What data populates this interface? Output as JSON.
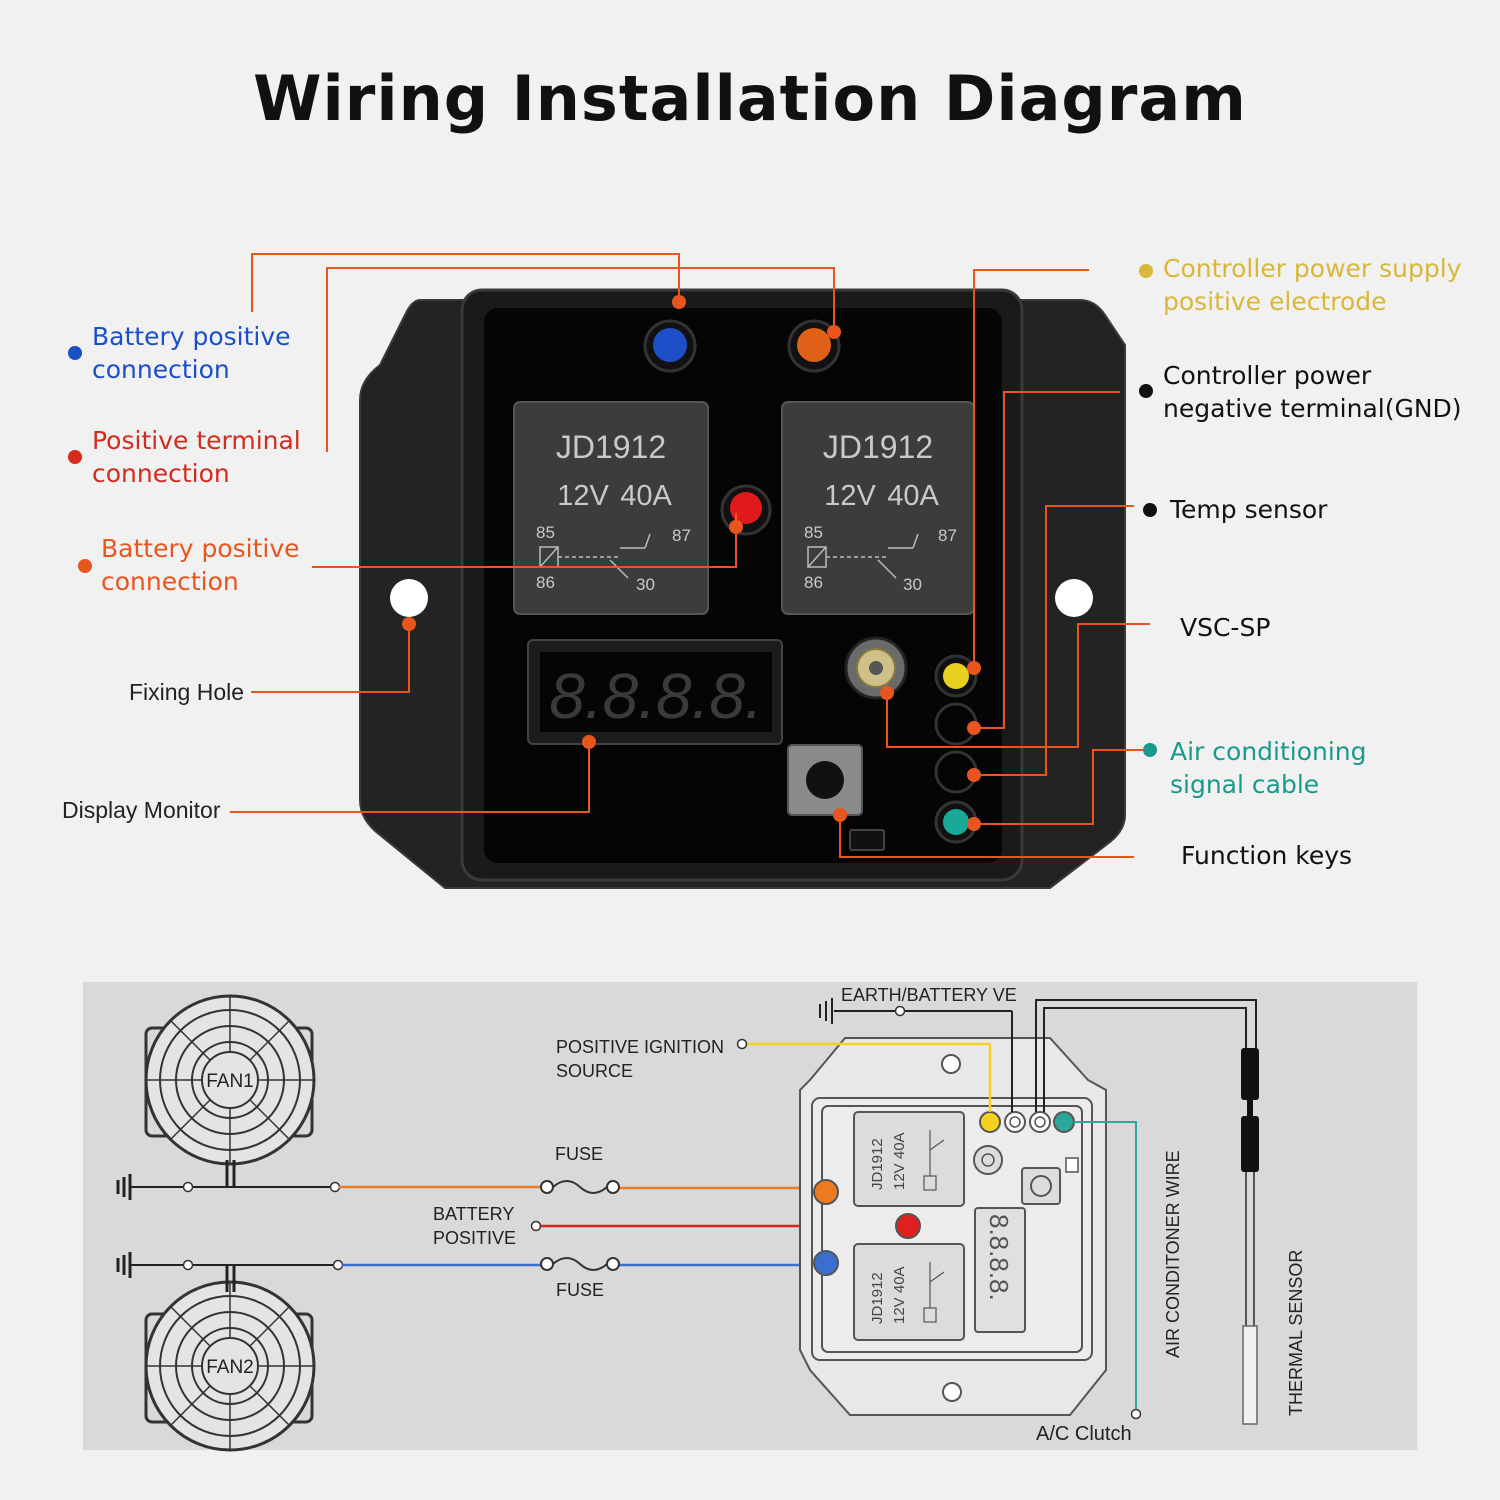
{
  "title": "Wiring Installation Diagram",
  "labels": {
    "battery_positive_blue": {
      "line1": "Battery positive",
      "line2": "connection",
      "color": "#1a4fc8"
    },
    "positive_terminal": {
      "line1": "Positive terminal",
      "line2": "connection",
      "color": "#d42b1e"
    },
    "battery_positive_orange": {
      "line1": "Battery positive",
      "line2": "connection",
      "color": "#e8551e"
    },
    "fixing_hole": "Fixing Hole",
    "display_monitor": "Display Monitor",
    "controller_power_supply": {
      "line1": "Controller power supply",
      "line2": "positive electrode",
      "color": "#d9b73a"
    },
    "controller_power_negative": {
      "line1": "Controller power",
      "line2": "negative terminal(GND)"
    },
    "temp_sensor": "Temp sensor",
    "vsc_sp": "VSC-SP",
    "air_conditioning_signal": {
      "line1": "Air conditioning",
      "line2": "signal cable",
      "color": "#1a9a8c"
    },
    "function_keys": "Function keys"
  },
  "relay": {
    "model": "JD1912",
    "rating_v": "12V",
    "rating_a": "40A",
    "pins": [
      "85",
      "87",
      "86",
      "30"
    ]
  },
  "display_digits": "8.8.8.8.",
  "schematic": {
    "fan1": "FAN1",
    "fan2": "FAN2",
    "earth_battery": "EARTH/BATTERY VE",
    "positive_ignition": {
      "line1": "POSITIVE IGNITION",
      "line2": "SOURCE"
    },
    "fuse_top": "FUSE",
    "fuse_bottom": "FUSE",
    "battery_positive": {
      "line1": "BATTERY",
      "line2": "POSITIVE"
    },
    "air_conditioner_wire": "AIR CONDITONER WIRE",
    "thermal_sensor": "THERMAL SENSOR",
    "ac_clutch": "A/C Clutch"
  },
  "colors": {
    "leader": "#e8551e",
    "blue": "#2a5fd0",
    "orange": "#f07a1e",
    "red": "#e02020",
    "yellow": "#f0d020",
    "teal": "#2aa89a"
  }
}
